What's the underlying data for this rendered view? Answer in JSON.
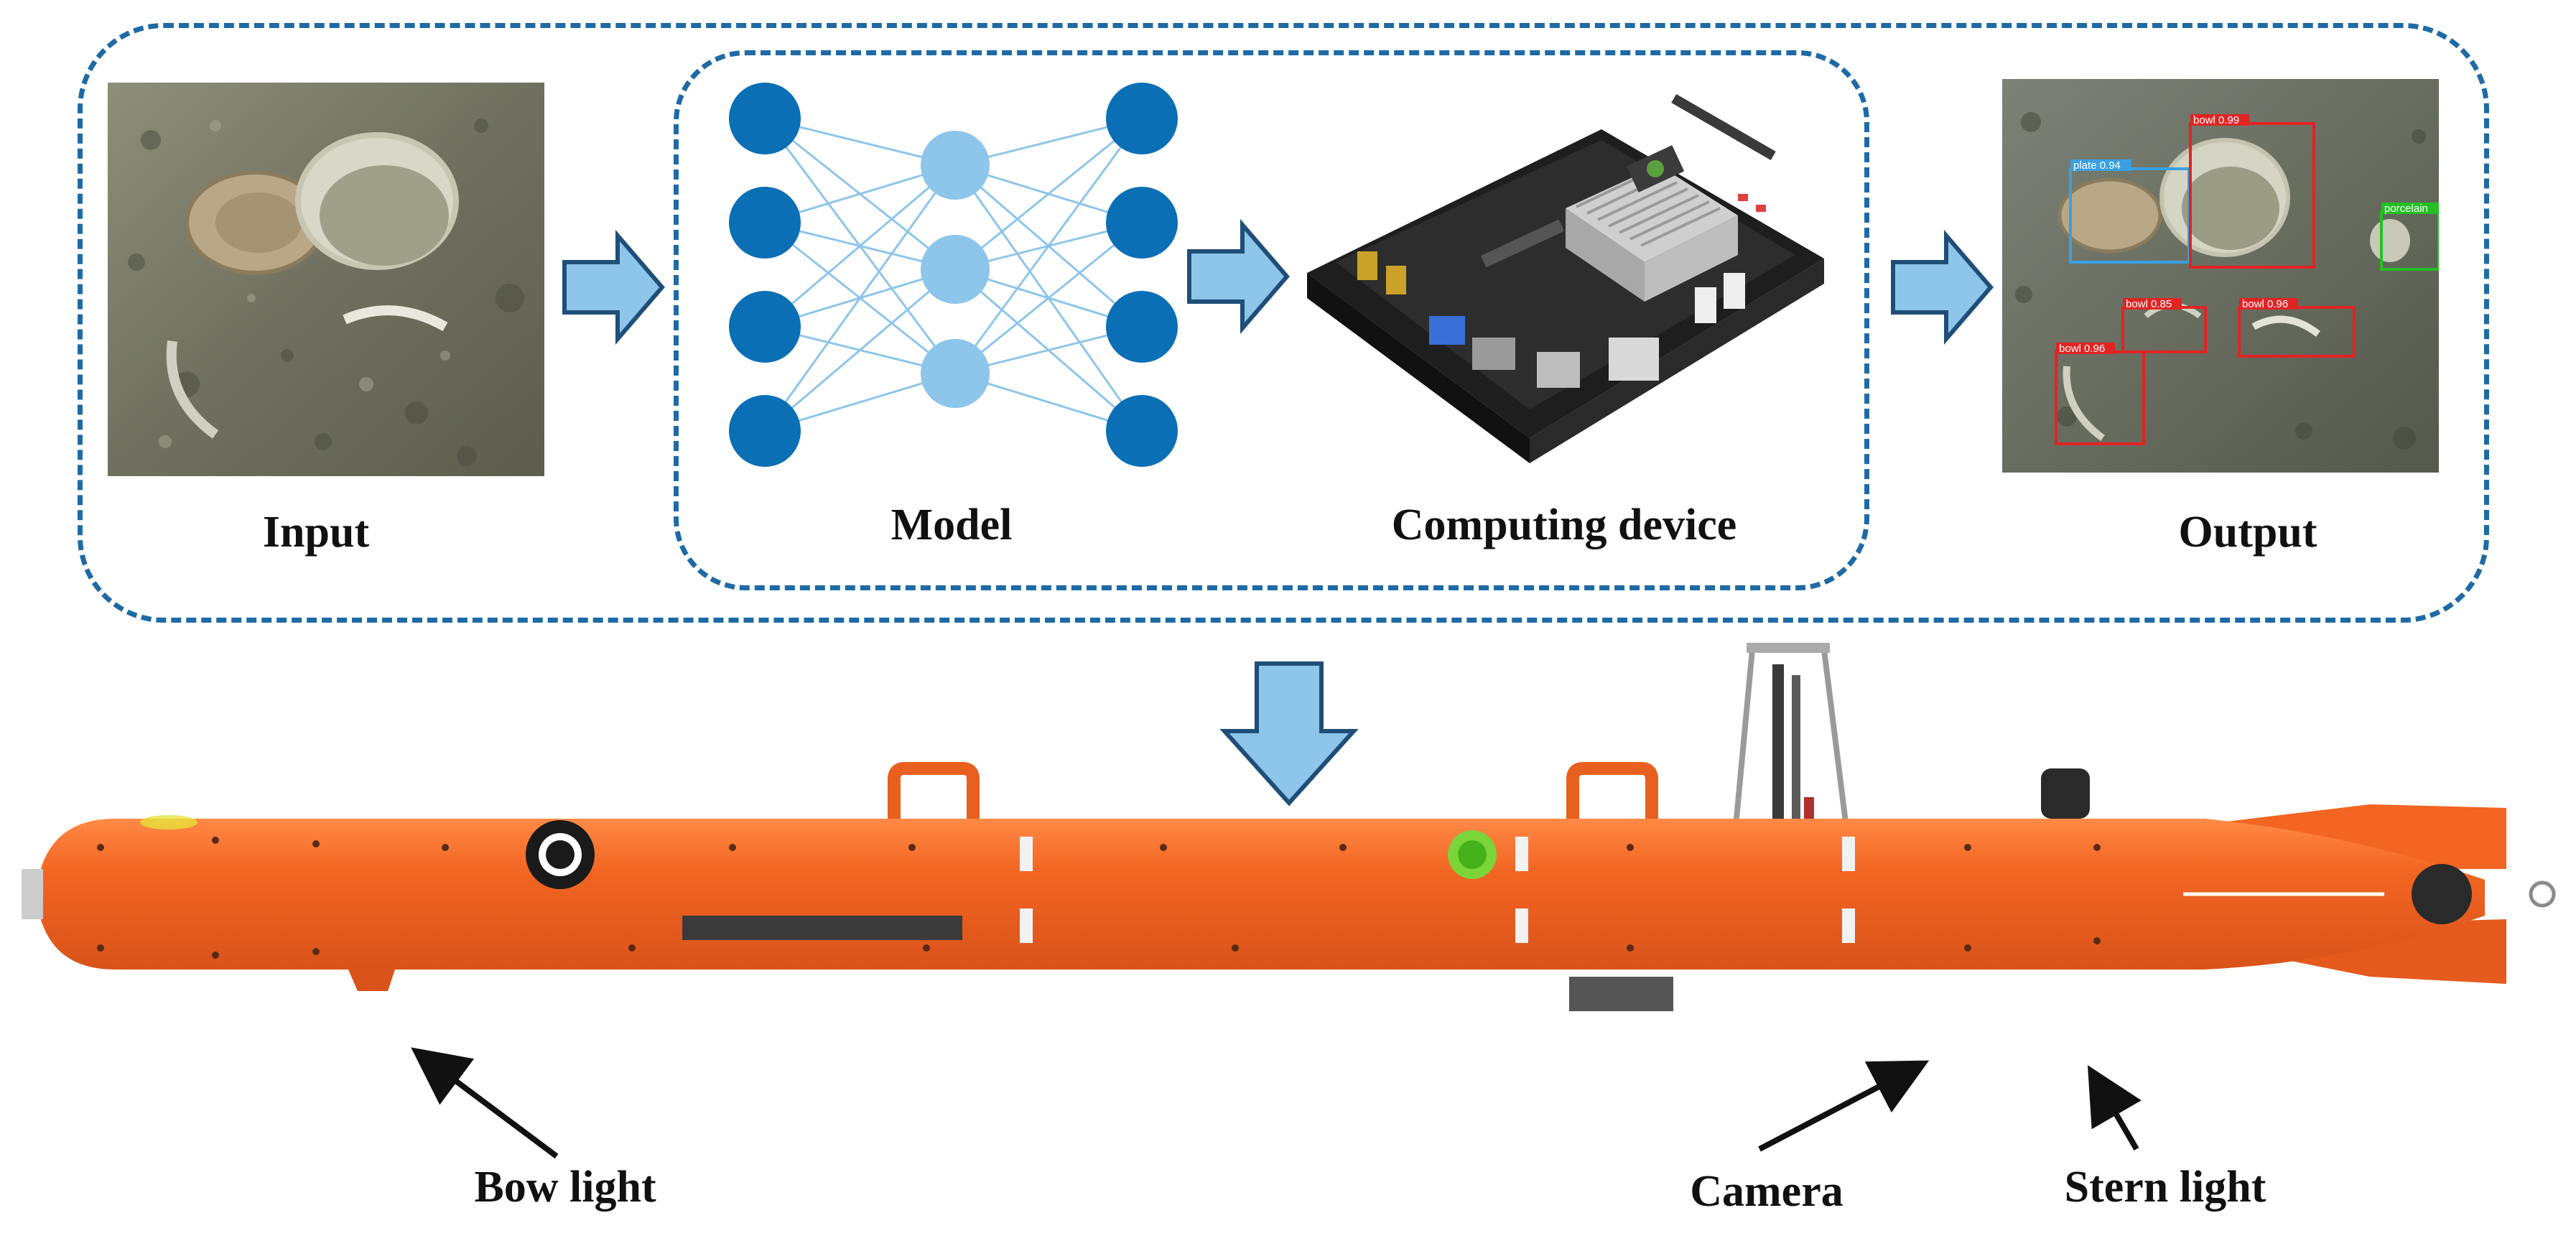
{
  "labels": {
    "input": "Input",
    "model": "Model",
    "computing_device": "Computing device",
    "output": "Output",
    "bow_light": "Bow light",
    "camera": "Camera",
    "stern_light": "Stern light"
  },
  "detections": [
    {
      "label": "plate 0.94",
      "color": "#3aa0e0"
    },
    {
      "label": "bowl 0.99",
      "color": "#e02424"
    },
    {
      "label": "porcelain",
      "color": "#22c022"
    },
    {
      "label": "bowl 0.85",
      "color": "#e02424"
    },
    {
      "label": "bowl 0.96",
      "color": "#e02424"
    },
    {
      "label": "bowl 0.96",
      "color": "#e02424"
    }
  ],
  "colors": {
    "frame": "#1f6aa5",
    "node_dark": "#0a6fb5",
    "node_light": "#8ec5ea",
    "arrow_fill": "#8ec5ea",
    "arrow_stroke": "#1f4e79",
    "hull": "#f26522"
  }
}
